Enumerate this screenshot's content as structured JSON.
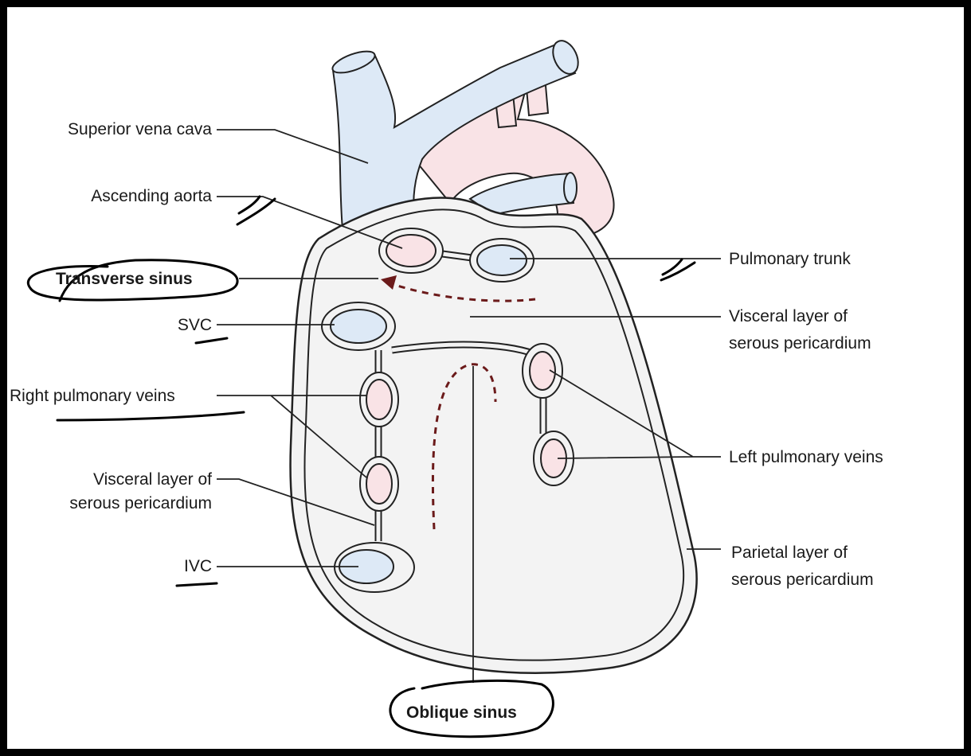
{
  "labels": {
    "superior_vena_cava": "Superior vena cava",
    "ascending_aorta": "Ascending aorta",
    "transverse_sinus": "Transverse sinus",
    "svc": "SVC",
    "right_pulmonary_veins": "Right pulmonary veins",
    "visceral_layer_left_1": "Visceral layer of",
    "visceral_layer_left_2": "serous pericardium",
    "ivc": "IVC",
    "pulmonary_trunk": "Pulmonary trunk",
    "visceral_layer_right_1": "Visceral layer of",
    "visceral_layer_right_2": "serous pericardium",
    "left_pulmonary_veins": "Left pulmonary veins",
    "parietal_layer_1": "Parietal layer of",
    "parietal_layer_2": "serous pericardium",
    "oblique_sinus": "Oblique sinus"
  },
  "colors": {
    "vein_fill": "#dde9f6",
    "artery_fill": "#f9e3e6",
    "sac_fill": "#f3f3f3",
    "outline": "#222222",
    "arrow": "#6b1a1a",
    "ink": "#000000"
  }
}
